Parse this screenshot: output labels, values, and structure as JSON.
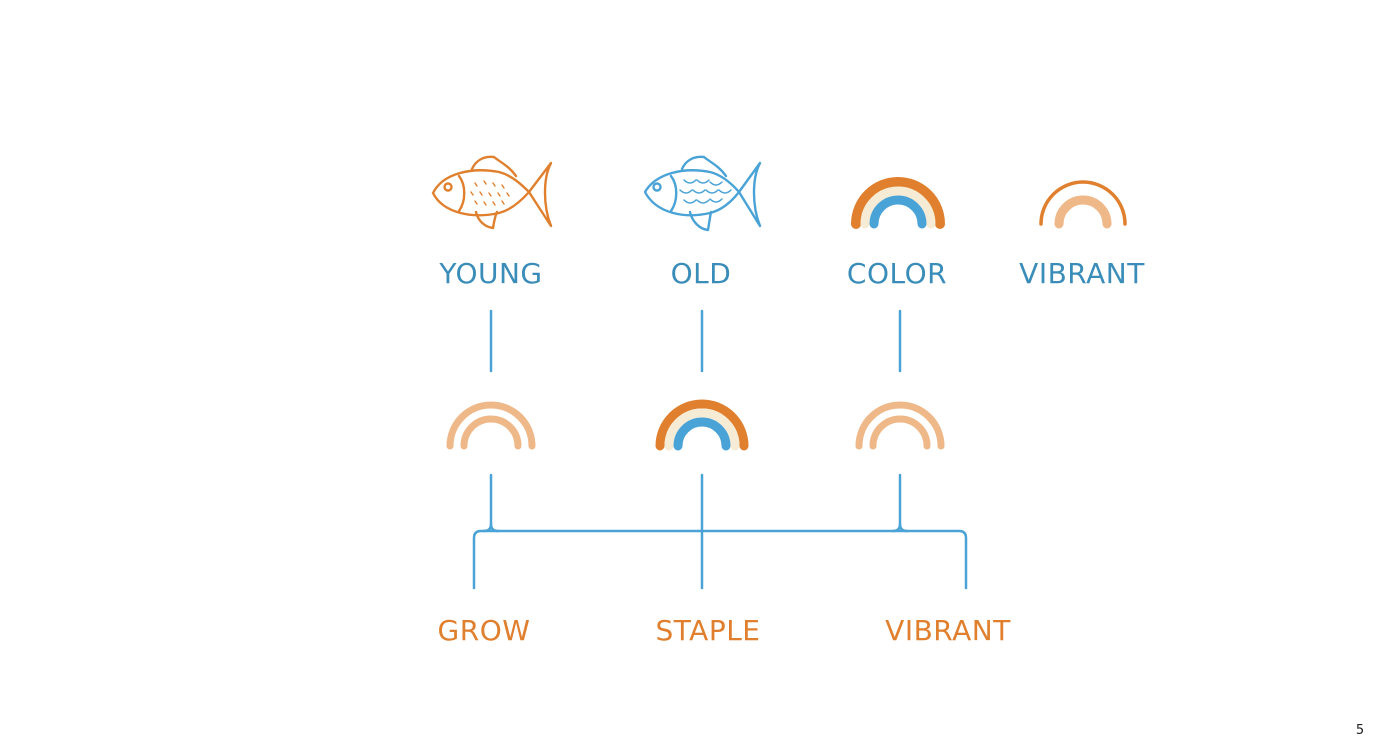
{
  "colors": {
    "orange": "#e0802e",
    "peach": "#efb888",
    "blue": "#4aa3d6",
    "cream": "#f6ecd6",
    "top_label": "#3a8db8",
    "connector": "#4aa3d6"
  },
  "top_row": [
    {
      "label": "YOUNG",
      "icon": "orange-fish-icon"
    },
    {
      "label": "OLD",
      "icon": "blue-fish-icon"
    },
    {
      "label": "COLOR",
      "icon": "orange-blue-rainbow-icon"
    },
    {
      "label": "VIBRANT",
      "icon": "orange-peach-rainbow-icon"
    }
  ],
  "middle_row": [
    {
      "icon": "peach-rainbow-icon"
    },
    {
      "icon": "orange-blue-rainbow-icon"
    },
    {
      "icon": "peach-rainbow-icon"
    }
  ],
  "bottom_row": [
    {
      "label": "GROW"
    },
    {
      "label": "STAPLE"
    },
    {
      "label": "VIBRANT"
    }
  ],
  "page_number": "5"
}
